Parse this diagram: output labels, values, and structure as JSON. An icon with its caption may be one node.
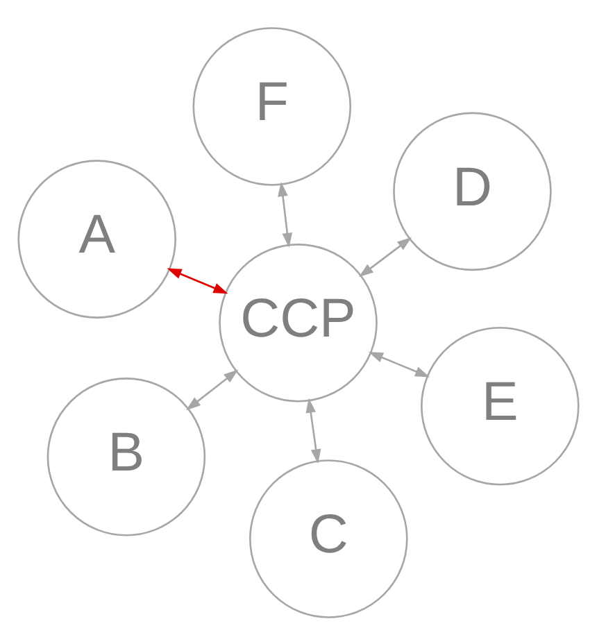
{
  "diagram": {
    "nodes": [
      {
        "text": [
          "A"
        ]
      },
      {
        "text": [
          "E"
        ]
      },
      {
        "text": [
          "C"
        ]
      },
      {
        "text": [
          "CCP"
        ]
      },
      {
        "text": [
          "D"
        ]
      },
      {
        "text": [
          "F"
        ]
      },
      {
        "text": [
          "B"
        ]
      }
    ],
    "edges": [
      {
        "from": 3,
        "to": 0,
        "arrow": "both",
        "color": "#e00000"
      },
      {
        "from": 3,
        "to": 1,
        "arrow": "both"
      },
      {
        "from": 3,
        "to": 2,
        "arrow": "both"
      },
      {
        "from": 3,
        "to": 4,
        "arrow": "both"
      },
      {
        "from": 3,
        "to": 5,
        "arrow": "both"
      },
      {
        "from": 3,
        "to": 6,
        "arrow": "both"
      }
    ]
  }
}
